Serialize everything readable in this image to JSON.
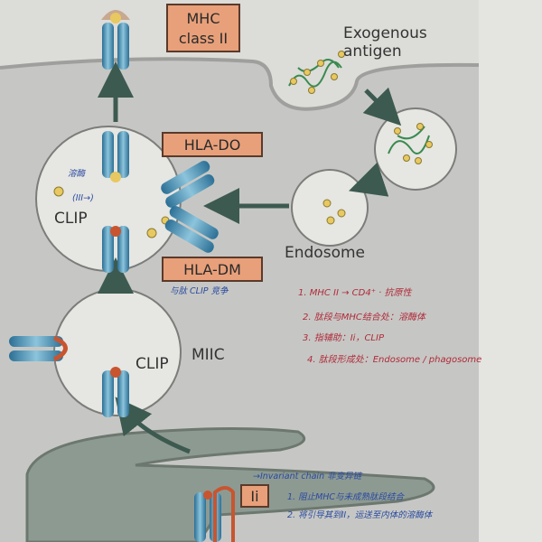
{
  "labels": {
    "mhc_class_ii": [
      "MHC",
      "class II"
    ],
    "exogenous_antigen": [
      "Exogenous",
      "antigen"
    ],
    "hla_do": "HLA-DO",
    "hla_dm": "HLA-DM",
    "clip_top": "CLIP",
    "clip_bottom": "CLIP",
    "endosome": "Endosome",
    "miic": "MIIC",
    "ii": "Ii"
  },
  "handwritten_red": [
    "1. MHC II → CD4⁺ · 抗原性",
    "2. 肽段与MHC结合处：溶酶体",
    "3. 指辅助：Ii，CLIP",
    "4. 肽段形成处：Endosome / phagosome"
  ],
  "handwritten_blue": {
    "lysosome_note": "溶酶",
    "clip_note": "(III→)",
    "hla_dm_note": "与肽 CLIP 竞争",
    "ii_title": "→Invariant chain 非变异链",
    "ii_points": [
      "1. 阻止MHC与未成熟肽段结合",
      "2. 将引导其到II，运送至内体的溶酶体"
    ]
  },
  "colors": {
    "label_box": "#e8a07a",
    "mhc_blue": "#3f86a8",
    "peptide": "#e8c860",
    "clip_red": "#c8552f",
    "ink_red": "#b02a3a",
    "ink_blue": "#2a4aa0"
  }
}
